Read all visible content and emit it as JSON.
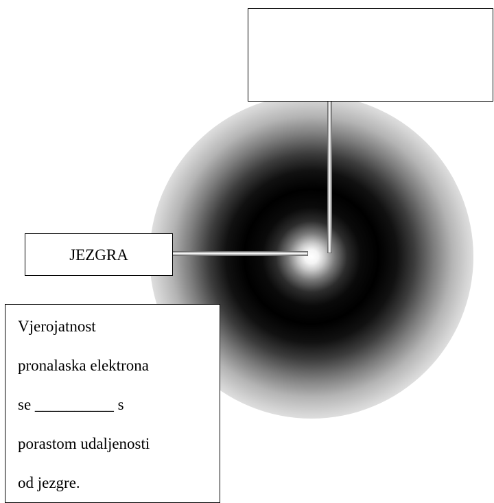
{
  "diagram": {
    "nucleus_label": "JEZGRA",
    "top_label": "",
    "statement_lines": [
      "Vjerojatnost",
      "pronalaska elektrona",
      "se __________ s",
      "porastom udaljenosti",
      "od jezgre."
    ]
  }
}
